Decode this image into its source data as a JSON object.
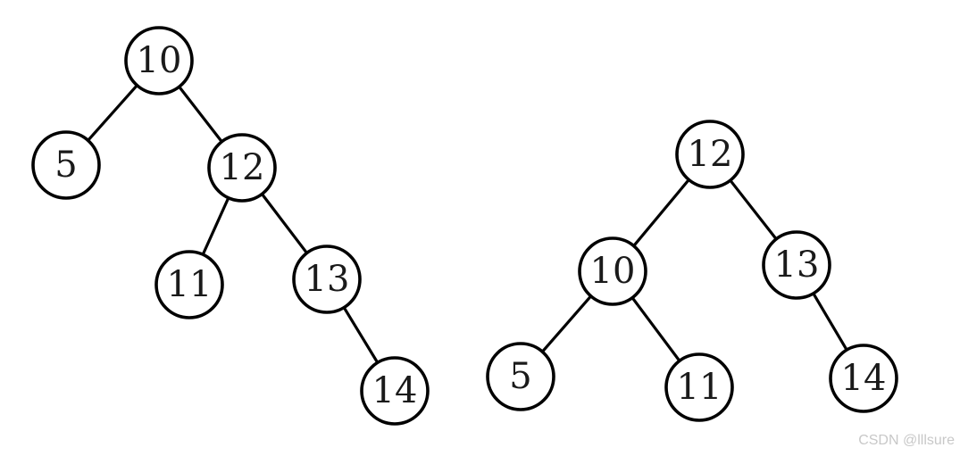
{
  "trees": [
    {
      "id": "left-tree",
      "nodes": [
        {
          "id": "n10",
          "label": "10"
        },
        {
          "id": "n5",
          "label": "5"
        },
        {
          "id": "n12",
          "label": "12"
        },
        {
          "id": "n11",
          "label": "11"
        },
        {
          "id": "n13",
          "label": "13"
        },
        {
          "id": "n14",
          "label": "14"
        }
      ],
      "edges": [
        {
          "from": "n10",
          "to": "n5"
        },
        {
          "from": "n10",
          "to": "n12"
        },
        {
          "from": "n12",
          "to": "n11"
        },
        {
          "from": "n12",
          "to": "n13"
        },
        {
          "from": "n13",
          "to": "n14"
        }
      ]
    },
    {
      "id": "right-tree",
      "nodes": [
        {
          "id": "n12",
          "label": "12"
        },
        {
          "id": "n10",
          "label": "10"
        },
        {
          "id": "n13",
          "label": "13"
        },
        {
          "id": "n5",
          "label": "5"
        },
        {
          "id": "n11",
          "label": "11"
        },
        {
          "id": "n14",
          "label": "14"
        }
      ],
      "edges": [
        {
          "from": "n12",
          "to": "n10"
        },
        {
          "from": "n12",
          "to": "n13"
        },
        {
          "from": "n10",
          "to": "n5"
        },
        {
          "from": "n10",
          "to": "n11"
        },
        {
          "from": "n13",
          "to": "n14"
        }
      ]
    }
  ],
  "watermark": "CSDN @lllsure"
}
